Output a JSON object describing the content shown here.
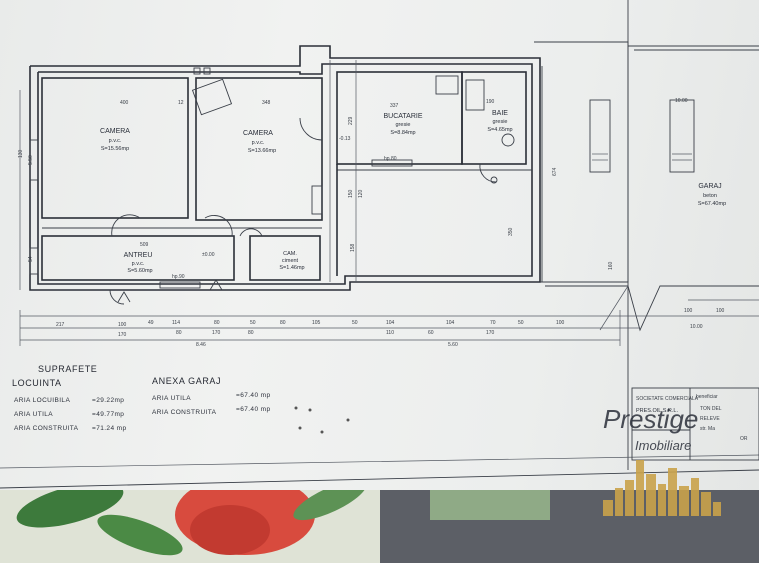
{
  "rooms": [
    {
      "name": "CAMERA",
      "floor": "p.v.c.",
      "area": "S=15.56mp"
    },
    {
      "name": "CAMERA",
      "floor": "p.v.c.",
      "area": "S=13.66mp"
    },
    {
      "name": "BUCATARIE",
      "floor": "gresie",
      "area": "S=8.84mp"
    },
    {
      "name": "BAIE",
      "floor": "gresie",
      "area": "S=4.65mp"
    },
    {
      "name": "ANTREU",
      "floor": "p.v.c.",
      "area": "S=5.60mp"
    },
    {
      "name": "CAM.",
      "floor": "ciment",
      "area": "S=1.46mp"
    },
    {
      "name": "GARAJ",
      "floor": "beton",
      "area": "S=67.40mp"
    }
  ],
  "plan_dims": {
    "top_row": [
      "400",
      "12",
      "348",
      "337",
      "190",
      "10.00"
    ],
    "left_side": [
      "5.50",
      "130",
      "54"
    ],
    "mid_vertical": [
      "229",
      "150",
      "120",
      "158",
      "674",
      "350"
    ],
    "misc": [
      "-0.13",
      "±0.00",
      "hp.80",
      "hp.90",
      "509",
      "160"
    ],
    "bottom_row1": [
      "217",
      "100",
      "49",
      "114",
      "80",
      "50",
      "80",
      "105",
      "50",
      "104",
      "104",
      "70",
      "50",
      "100",
      "100",
      "100"
    ],
    "bottom_row2": [
      "170",
      "80",
      "170",
      "80",
      "110",
      "60",
      "170",
      "10.00"
    ],
    "bottom_total": "8.46",
    "bottom_total2": "5.60"
  },
  "areas": {
    "title": "SUPRAFETE",
    "locuinta": {
      "title": "LOCUINTA",
      "rows": [
        {
          "label": "ARIA LOCUIBILA",
          "value": "=29.22mp"
        },
        {
          "label": "ARIA UTILA",
          "value": "=49.77mp"
        },
        {
          "label": "ARIA CONSTRUITA",
          "value": "=71.24 mp"
        }
      ]
    },
    "garaj": {
      "title": "ANEXA GARAJ",
      "rows": [
        {
          "label": "ARIA UTILA",
          "value": "=67.40 mp"
        },
        {
          "label": "ARIA CONSTRUITA",
          "value": "=67.40 mp"
        }
      ]
    }
  },
  "title_block": {
    "company": "SOCIETATE COMERCIALA",
    "company_name": "PRES.OIL S.R.L.",
    "beneficiar": "beneficiar",
    "lines": [
      "TON DEL",
      "RELEVE",
      "str. Ma",
      "OR"
    ]
  },
  "watermark": {
    "line1": "Prestige",
    "line2": "Imobiliare"
  },
  "colors": {
    "paper": "#eceeed",
    "ink": "#2b2f38",
    "cloth": "#dfe3d6",
    "gold": "#c9a24a"
  }
}
